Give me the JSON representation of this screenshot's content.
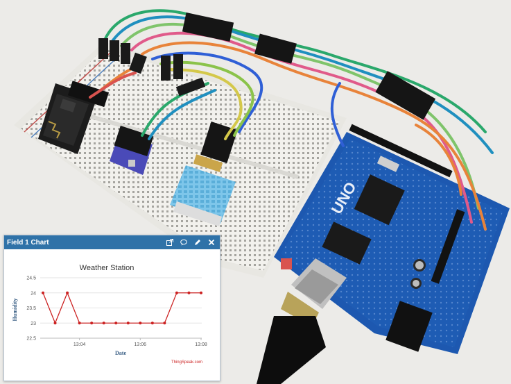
{
  "widget": {
    "title": "Field 1 Chart",
    "icons": [
      "external-link-icon",
      "comment-icon",
      "edit-icon",
      "close-icon"
    ]
  },
  "chart_data": {
    "type": "line",
    "title": "Weather Station",
    "xlabel": "Date",
    "ylabel": "Humidity",
    "ylim": [
      22.5,
      24.5
    ],
    "yticks": [
      "24.5",
      "24",
      "23.5",
      "23",
      "22.5"
    ],
    "xticks": [
      "13:04",
      "13:06",
      "13:08"
    ],
    "credit": "ThingSpeak.com",
    "grid": true,
    "color": "#cc2222",
    "series": [
      {
        "values": [
          24,
          23,
          24,
          23,
          23,
          23,
          23,
          23,
          23,
          23,
          23,
          24,
          24,
          24
        ]
      }
    ]
  }
}
